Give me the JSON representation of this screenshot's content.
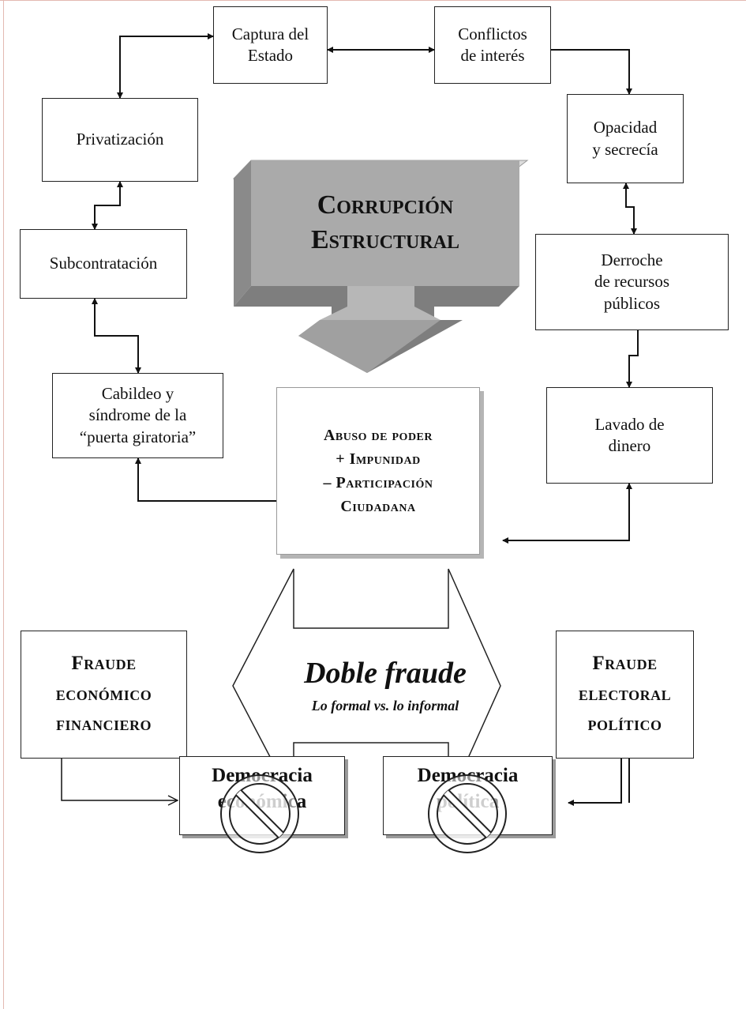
{
  "center": {
    "title": "Corrupción\nEstructural",
    "abuse_lines": "Abuso de poder\n+ Impunidad\n– Participación\nCiudadana",
    "double_fraud_title": "Doble fraude",
    "double_fraud_subtitle": "Lo formal vs. lo informal"
  },
  "boxes": {
    "captura": "Captura del\nEstado",
    "conflictos": "Conflictos\nde interés",
    "privatizacion": "Privatización",
    "opacidad": "Opacidad\ny secrecía",
    "subcontratacion": "Subcontratación",
    "derroche": "Derroche\nde recursos\npúblicos",
    "cabildeo": "Cabildeo y\nsíndrome de la\n“puerta giratoria”",
    "lavado": "Lavado de\ndinero"
  },
  "fraud": {
    "economic": "Fraude\neconómico\nfinanciero",
    "electoral": "Fraude\nelectoral\npolítico"
  },
  "democracy": {
    "economic": "Democracia\neconómica",
    "political": "Democracia\npolítica"
  },
  "colors": {
    "arrow_face": "#a8a8a8",
    "arrow_top": "#dcdcdc",
    "arrow_side": "#7e7e7e",
    "border_pink": "#e3b9b2"
  },
  "icons": [
    "double-arrow-icon",
    "block-arrow-down-icon",
    "prohibition-icon"
  ]
}
